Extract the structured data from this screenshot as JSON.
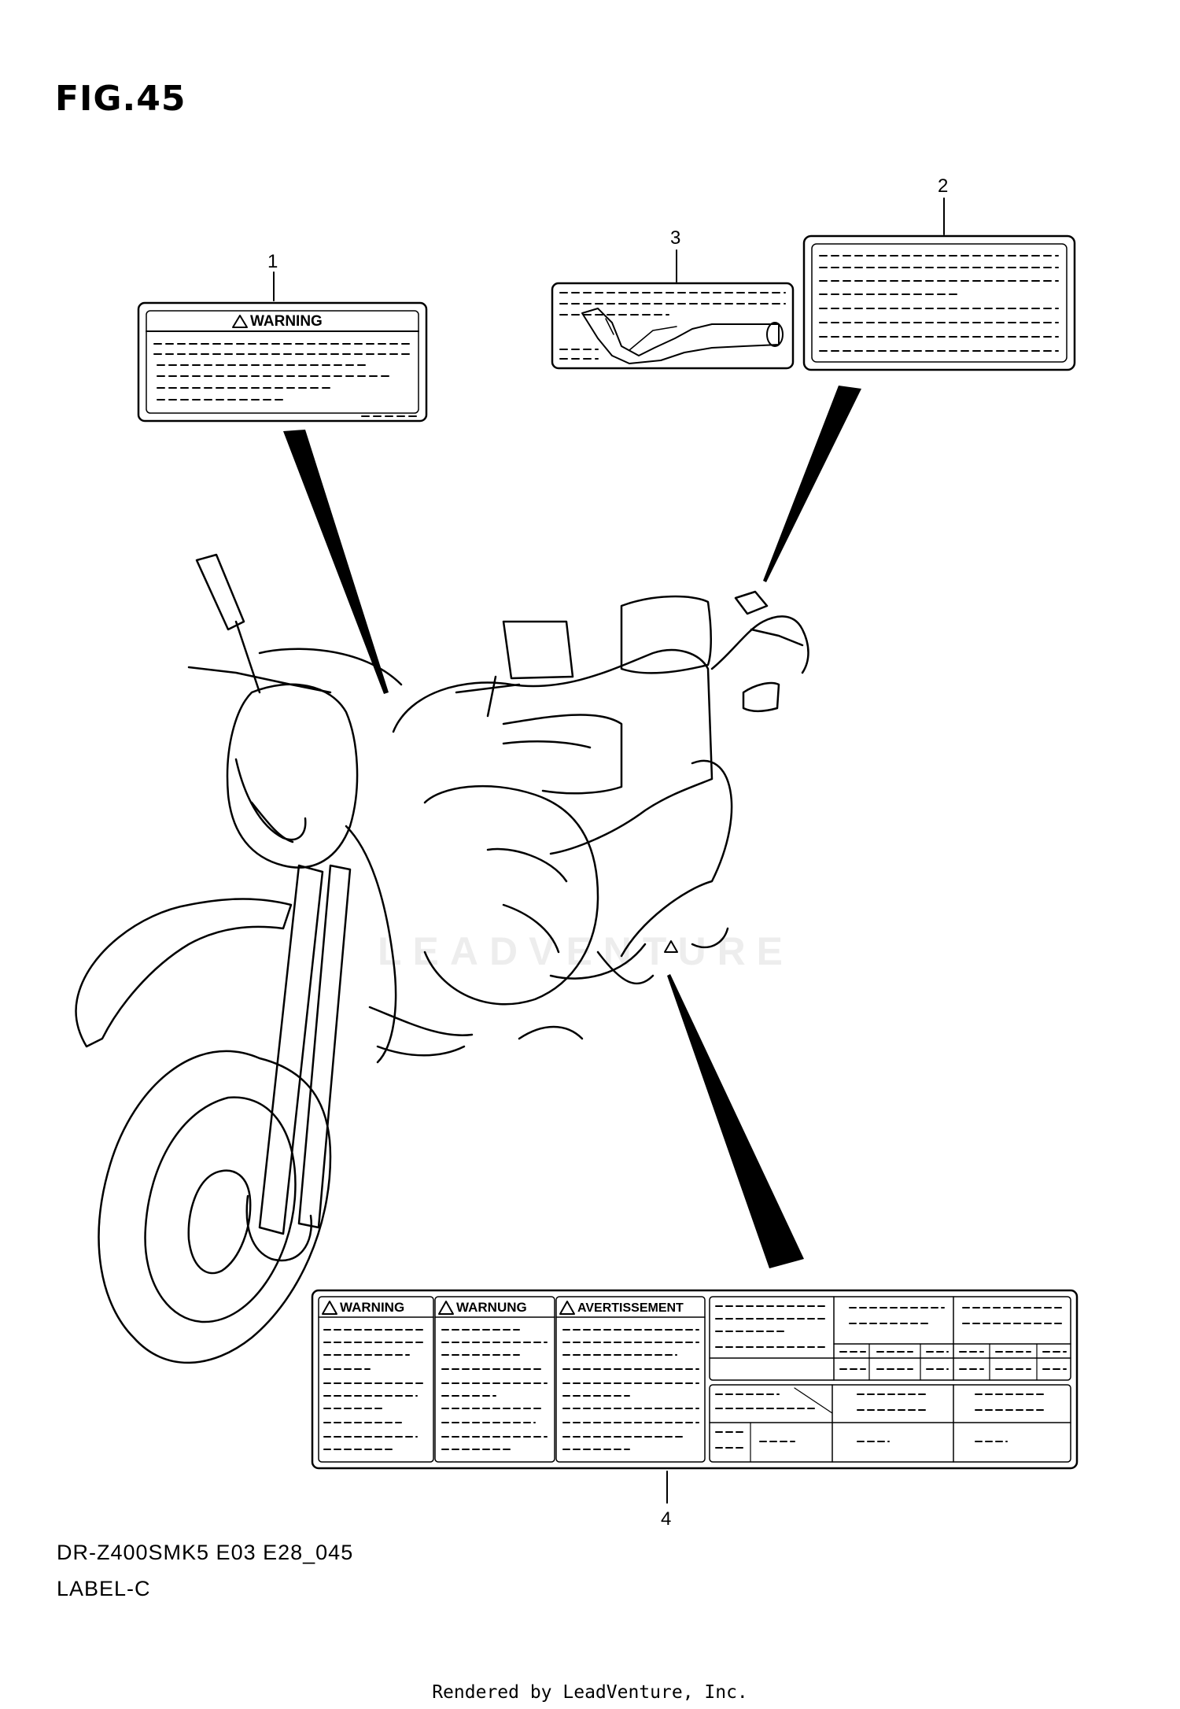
{
  "figure": {
    "title": "FIG.45"
  },
  "callouts": {
    "c1": "1",
    "c2": "2",
    "c3": "3",
    "c4": "4"
  },
  "labels": {
    "label1_heading": "WARNING",
    "label4_heading_en": "WARNING",
    "label4_heading_de": "WARNUNG",
    "label4_heading_fr": "AVERTISSEMENT"
  },
  "watermark": "LEADVENTURE",
  "footer": {
    "model_code": "DR-Z400SMK5 E03 E28_045",
    "section": "LABEL-C",
    "rendered_by": "Rendered by LeadVenture, Inc."
  }
}
